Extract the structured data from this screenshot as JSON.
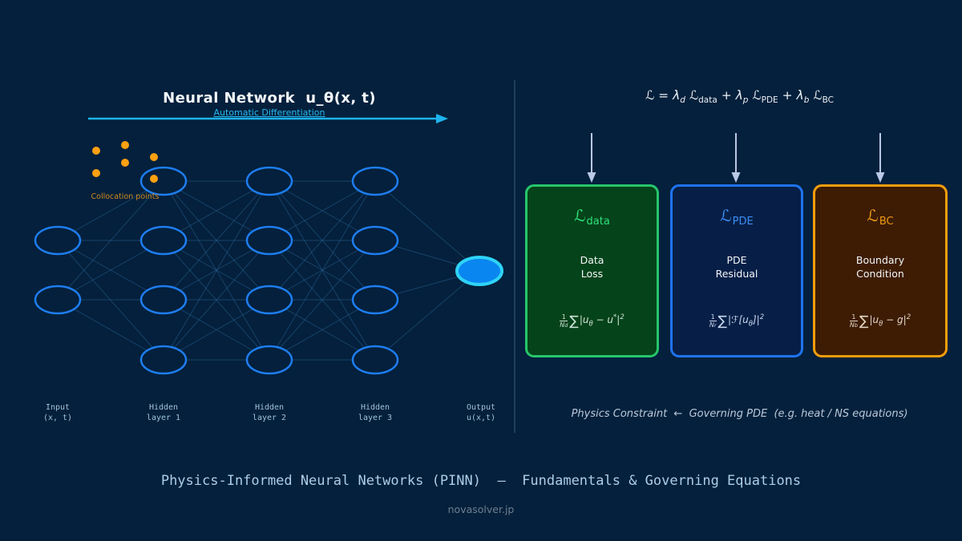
{
  "colors": {
    "background": "#04203c",
    "node_stroke": "#1e7df0",
    "connection_line": "#2a6396",
    "output_node_fill": "#0a86f0",
    "output_node_stroke": "#2ed3f7",
    "accent_cyan": "#1db4ee",
    "collocation_orange": "#ffa012",
    "loss_arrow_lavender": "#b9c9e6",
    "data_box_border": "#27c56b",
    "pde_box_border": "#1f73f0",
    "bc_box_border": "#f49d0c"
  },
  "left": {
    "title": "Neural Network  u_θ(x, t)",
    "autodiff_label": "Automatic Differentiation",
    "collocation_label": "Collocation points",
    "layers": [
      {
        "line1": "Input",
        "line2": "(x, t)"
      },
      {
        "line1": "Hidden",
        "line2": "layer 1"
      },
      {
        "line1": "Hidden",
        "line2": "layer 2"
      },
      {
        "line1": "Hidden",
        "line2": "layer 3"
      },
      {
        "line1": "Output",
        "line2": "u(x,t)"
      }
    ]
  },
  "loss_formula": {
    "L": "ℒ",
    "eq": " = ",
    "lambda_d": "λ",
    "lambda_d_sub": "d",
    "L_data": "ℒ",
    "L_data_sub": "data",
    "plus1": " + ",
    "lambda_p": "λ",
    "lambda_p_sub": "p",
    "L_pde": "ℒ",
    "L_pde_sub": "PDE",
    "plus2": " + ",
    "lambda_b": "λ",
    "lambda_b_sub": "b",
    "L_bc": "ℒ",
    "L_bc_sub": "BC"
  },
  "boxes": [
    {
      "symbol": "ℒ",
      "symbol_sub": "data",
      "desc_line1": "Data",
      "desc_line2": "Loss",
      "formula": {
        "num": "1",
        "den": "N",
        "den_sub": "d",
        "sum": "∑",
        "a": "|u",
        "a_sub": "θ",
        "b": " − u",
        "b_sup": "*",
        "c": "|",
        "c_sup": "2"
      }
    },
    {
      "symbol": "ℒ",
      "symbol_sub": "PDE",
      "desc_line1": "PDE",
      "desc_line2": "Residual",
      "formula": {
        "num": "1",
        "den": "N",
        "den_sub": "r",
        "sum": "∑",
        "a": "|ℱ[u",
        "a_sub": "θ",
        "b": "]|",
        "b_sup": "2"
      }
    },
    {
      "symbol": "ℒ",
      "symbol_sub": "BC",
      "desc_line1": "Boundary",
      "desc_line2": "Condition",
      "formula": {
        "num": "1",
        "den": "N",
        "den_sub": "b",
        "sum": "∑",
        "a": "|u",
        "a_sub": "θ",
        "b": " − g|",
        "b_sup": "2"
      }
    }
  ],
  "physics_constraint": "Physics Constraint  ←  Governing PDE  (e.g. heat / NS equations)",
  "footer": {
    "title": "Physics-Informed Neural Networks (PINN)  —  Fundamentals & Governing Equations",
    "watermark": "novasolver.jp"
  }
}
